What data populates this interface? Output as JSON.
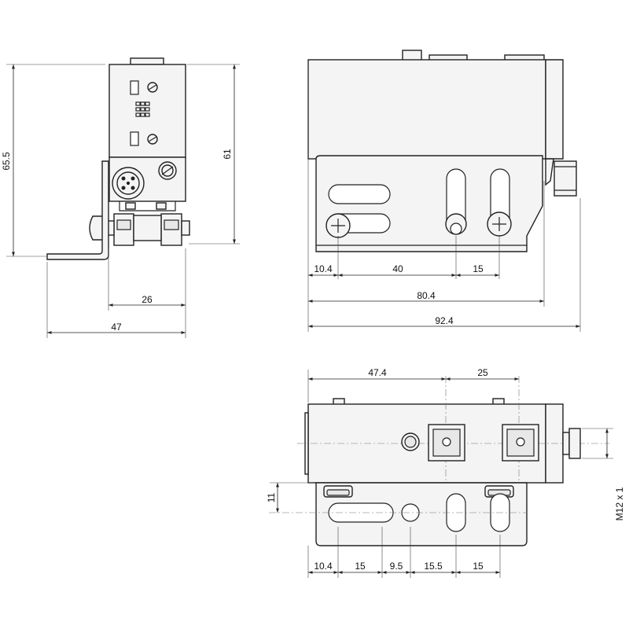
{
  "left_view": {
    "height_outer": "65.5",
    "height_inner": "61",
    "width_inner": "26",
    "width_outer": "47"
  },
  "front_view": {
    "d_edge": "10.4",
    "d_slots": "40",
    "d_pitch": "15",
    "d_body": "80.4",
    "d_total": "92.4"
  },
  "top_view": {
    "d_center1": "47.4",
    "d_center2": "25",
    "d_offset": "11",
    "thread": "M12 x 1",
    "b_edge": "10.4",
    "b_1": "15",
    "b_2": "9.5",
    "b_3": "15.5",
    "b_4": "15"
  }
}
